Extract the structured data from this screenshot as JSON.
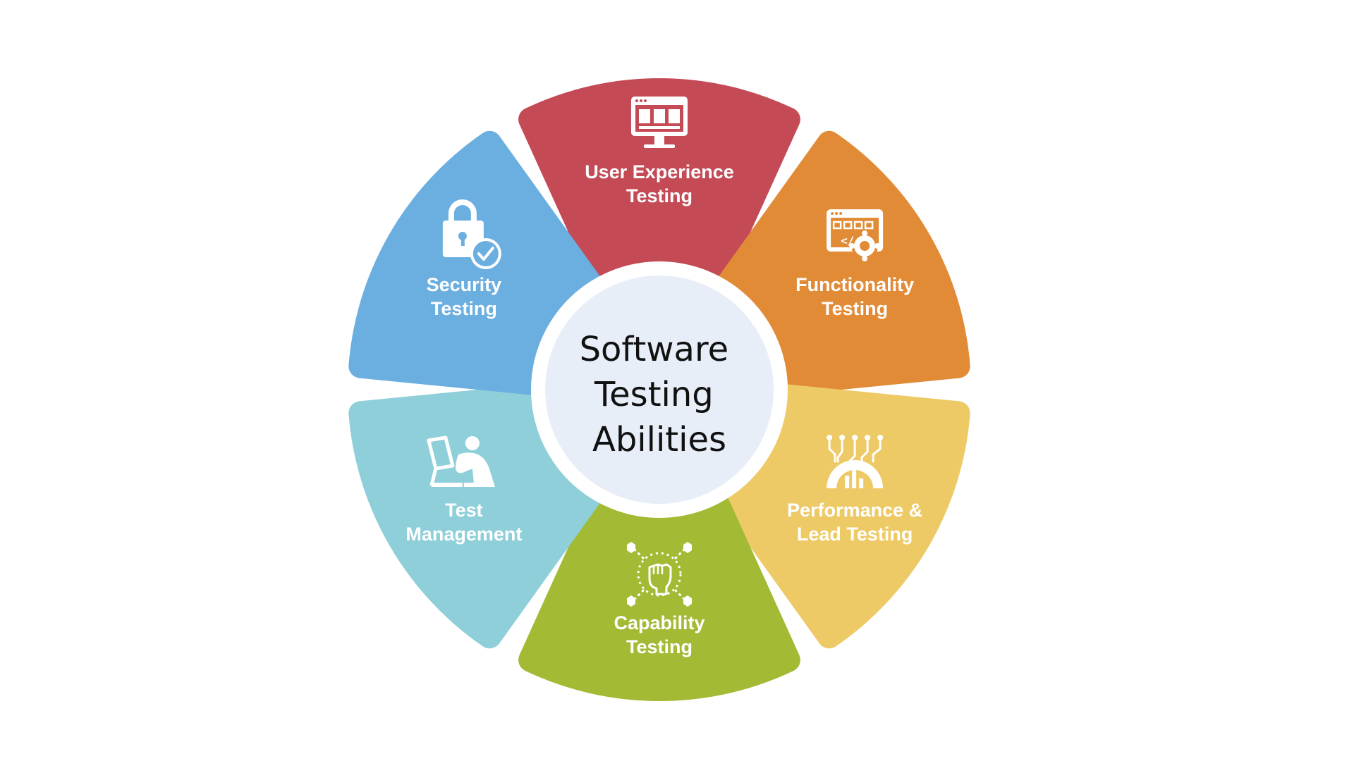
{
  "center": {
    "lines": [
      "Software",
      "Testing",
      "Abilities"
    ]
  },
  "segments": [
    {
      "id": "user-experience",
      "lines": [
        "User Experience",
        "Testing"
      ],
      "color": "#C44A56",
      "icon": "monitor-dashboard-icon"
    },
    {
      "id": "functionality",
      "lines": [
        "Functionality",
        "Testing"
      ],
      "color": "#E28B36",
      "icon": "code-gear-icon"
    },
    {
      "id": "performance",
      "lines": [
        "Performance &",
        "Lead Testing"
      ],
      "color": "#EECA66",
      "icon": "circuit-speedometer-icon"
    },
    {
      "id": "capability",
      "lines": [
        "Capability",
        "Testing"
      ],
      "color": "#A2BA34",
      "icon": "fist-network-icon"
    },
    {
      "id": "test-management",
      "lines": [
        "Test",
        "Management"
      ],
      "color": "#8ECFD9",
      "icon": "person-laptop-icon"
    },
    {
      "id": "security",
      "lines": [
        "Security",
        "Testing"
      ],
      "color": "#6BAEE0",
      "icon": "lock-check-icon"
    }
  ],
  "colors": {
    "center_fill": "#E8EEF7",
    "background": "#FFFFFF",
    "label_text": "#FFFFFF",
    "title_text": "#111111"
  }
}
